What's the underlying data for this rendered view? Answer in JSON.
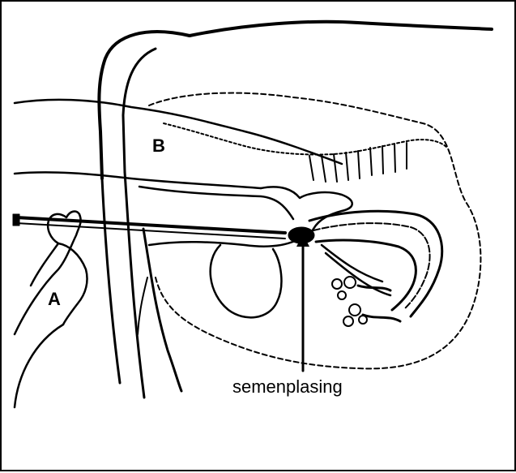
{
  "labels": {
    "a": "A",
    "b": "B",
    "caption": "semenplasing"
  },
  "colors": {
    "ink": "#000000",
    "background": "#ffffff"
  }
}
